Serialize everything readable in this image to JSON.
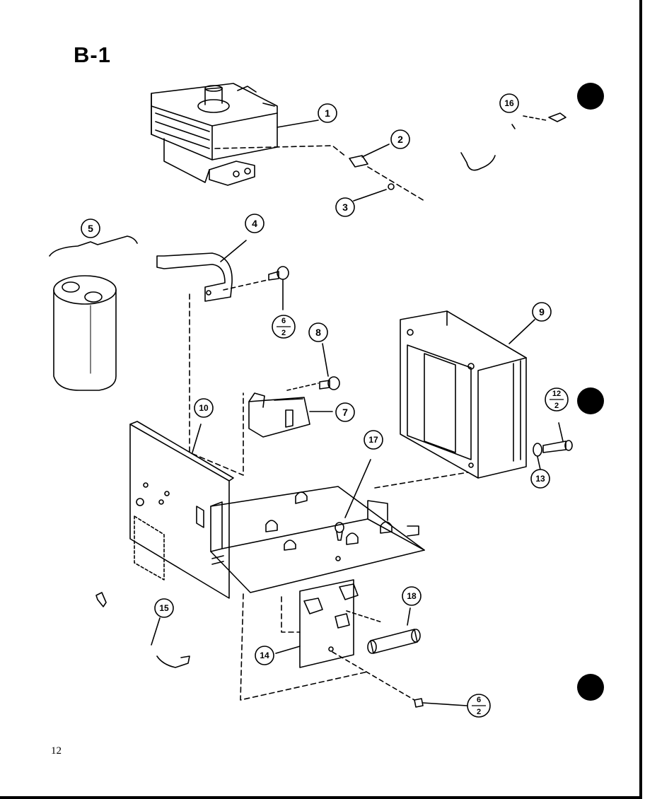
{
  "page": {
    "title": "B-1",
    "page_number": "12"
  },
  "callouts": {
    "c1": "1",
    "c2": "2",
    "c3": "3",
    "c4": "4",
    "c5": "5",
    "c7": "7",
    "c8": "8",
    "c9": "9",
    "c10": "10",
    "c13": "13",
    "c14": "14",
    "c15": "15",
    "c16": "16",
    "c17": "17",
    "c18": "18"
  },
  "fractions": {
    "f6a": {
      "top": "6",
      "bottom": "2"
    },
    "f12": {
      "top": "12",
      "bottom": "2"
    },
    "f6b": {
      "top": "6",
      "bottom": "2"
    }
  }
}
